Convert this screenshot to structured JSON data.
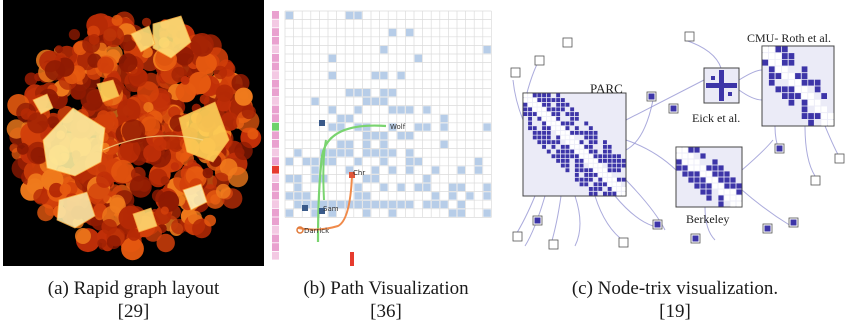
{
  "figure": {
    "panels": [
      {
        "caption": "(a) Rapid graph layout",
        "ref": "[29]"
      },
      {
        "caption": "(b) Path Visualization",
        "ref": "[36]"
      },
      {
        "caption": "(c) Node-trix visualization.",
        "ref": "[19]"
      }
    ]
  },
  "path_vis": {
    "labels": {
      "top": "Wolf",
      "middle": "Chr",
      "left": "Sam",
      "bottom": "Darrick"
    }
  },
  "nodetrix": {
    "clusters": {
      "parc": "PARC",
      "eick": "Eick et al.",
      "cmu": "CMU- Roth et al.",
      "berkeley": "Berkeley"
    }
  },
  "colors": {
    "matrix_fill": "#3d35a8",
    "matrix_bg": "#ebebf7",
    "path_cell": "#b7cde8",
    "sidebar_pink": "#e9a1cf",
    "sidebar_green": "#6fd36b",
    "sidebar_red": "#e63b2e",
    "edge_blue": "#8f8fd0"
  }
}
